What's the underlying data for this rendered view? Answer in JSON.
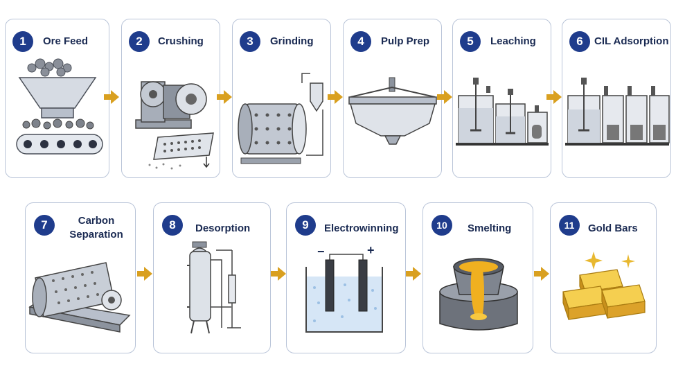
{
  "steps": [
    {
      "number": "1",
      "title": "Ore Feed"
    },
    {
      "number": "2",
      "title": "Crushing"
    },
    {
      "number": "3",
      "title": "Grinding"
    },
    {
      "number": "4",
      "title": "Pulp Prep"
    },
    {
      "number": "5",
      "title": "Leaching"
    },
    {
      "number": "6",
      "title": "CIL Adsorption"
    },
    {
      "number": "7",
      "title_line1": "Carbon",
      "title_line2": "Separation"
    },
    {
      "number": "8",
      "title": "Desorption"
    },
    {
      "number": "9",
      "title": "Electrowinning"
    },
    {
      "number": "10",
      "title": "Smelting"
    },
    {
      "number": "11",
      "title": "Gold Bars"
    }
  ],
  "electrode_signs": {
    "negative": "−",
    "positive": "+"
  },
  "colors": {
    "badge": "#1f3c8c",
    "arrow": "#d9a020",
    "card_border": "#b9c4d8",
    "gold": "#e8b830",
    "title": "#1a2a52"
  }
}
